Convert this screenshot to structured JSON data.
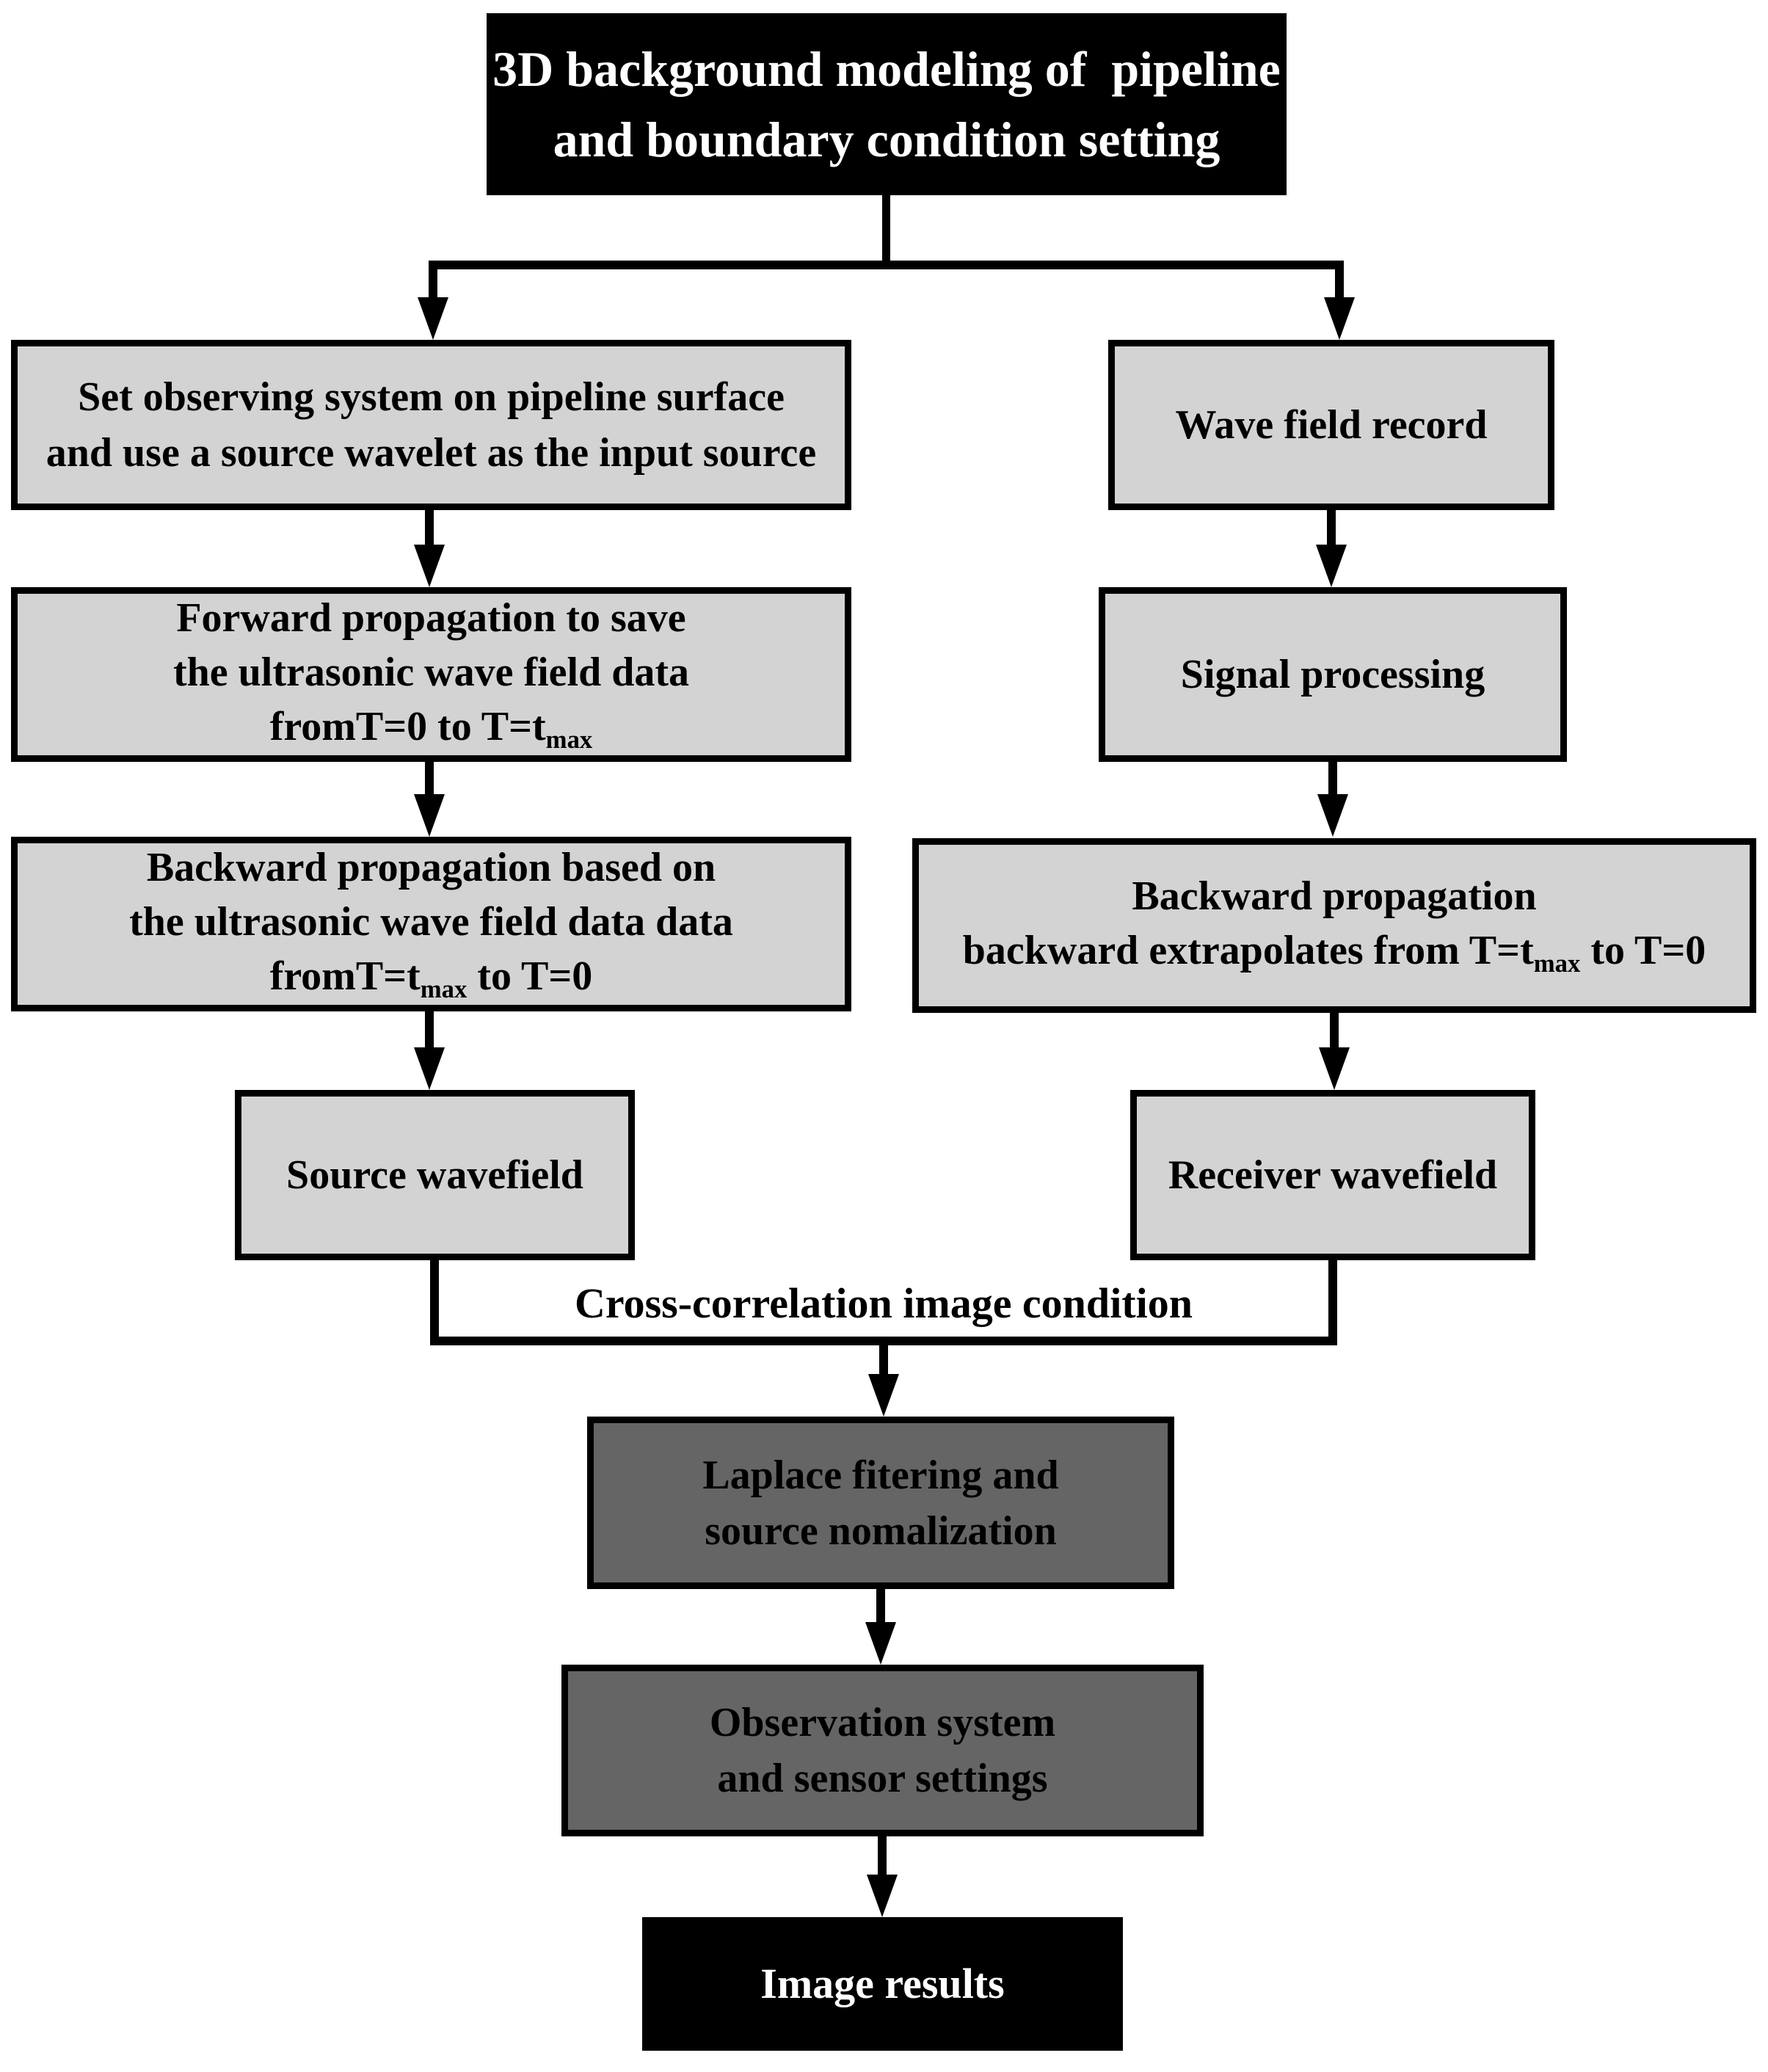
{
  "diagram": {
    "top": {
      "line1": "3D background modeling of  pipeline",
      "line2": "and boundary condition setting"
    },
    "left": {
      "observing": {
        "line1": "Set observing system on pipeline surface",
        "line2": "and use a source wavelet as the input source"
      },
      "forward": {
        "line1": "Forward propagation to save",
        "line2": "the ultrasonic wave field data",
        "line3_pre": "fromT=0 to T=t",
        "line3_sub": "max",
        "line3_post": ""
      },
      "backward": {
        "line1": "Backward propagation based on",
        "line2": "the ultrasonic wave field data data",
        "line3_pre": "fromT=t",
        "line3_sub": "max",
        "line3_post": " to T=0"
      },
      "source_wavefield": {
        "label": "Source wavefield"
      }
    },
    "right": {
      "record": {
        "label": "Wave field record"
      },
      "signal": {
        "label": "Signal processing"
      },
      "backprop": {
        "line1": "Backward propagation",
        "line2_pre": "backward extrapolates from T=t",
        "line2_sub": "max",
        "line2_post": " to T=0"
      },
      "receiver_wavefield": {
        "label": "Receiver wavefield"
      }
    },
    "merge_label": "Cross-correlation image condition",
    "bottom": {
      "laplace": {
        "line1": "Laplace fitering and",
        "line2": "source nomalization"
      },
      "observation": {
        "line1": "Observation system",
        "line2": "and sensor settings"
      },
      "results": {
        "label": "Image results"
      }
    },
    "colors": {
      "light_node_fill": "#d3d3d3",
      "dark_node_fill": "#656565",
      "terminal_fill": "#000000",
      "border": "#000000",
      "text_on_light": "#000000",
      "text_on_terminal": "#ffffff"
    }
  }
}
